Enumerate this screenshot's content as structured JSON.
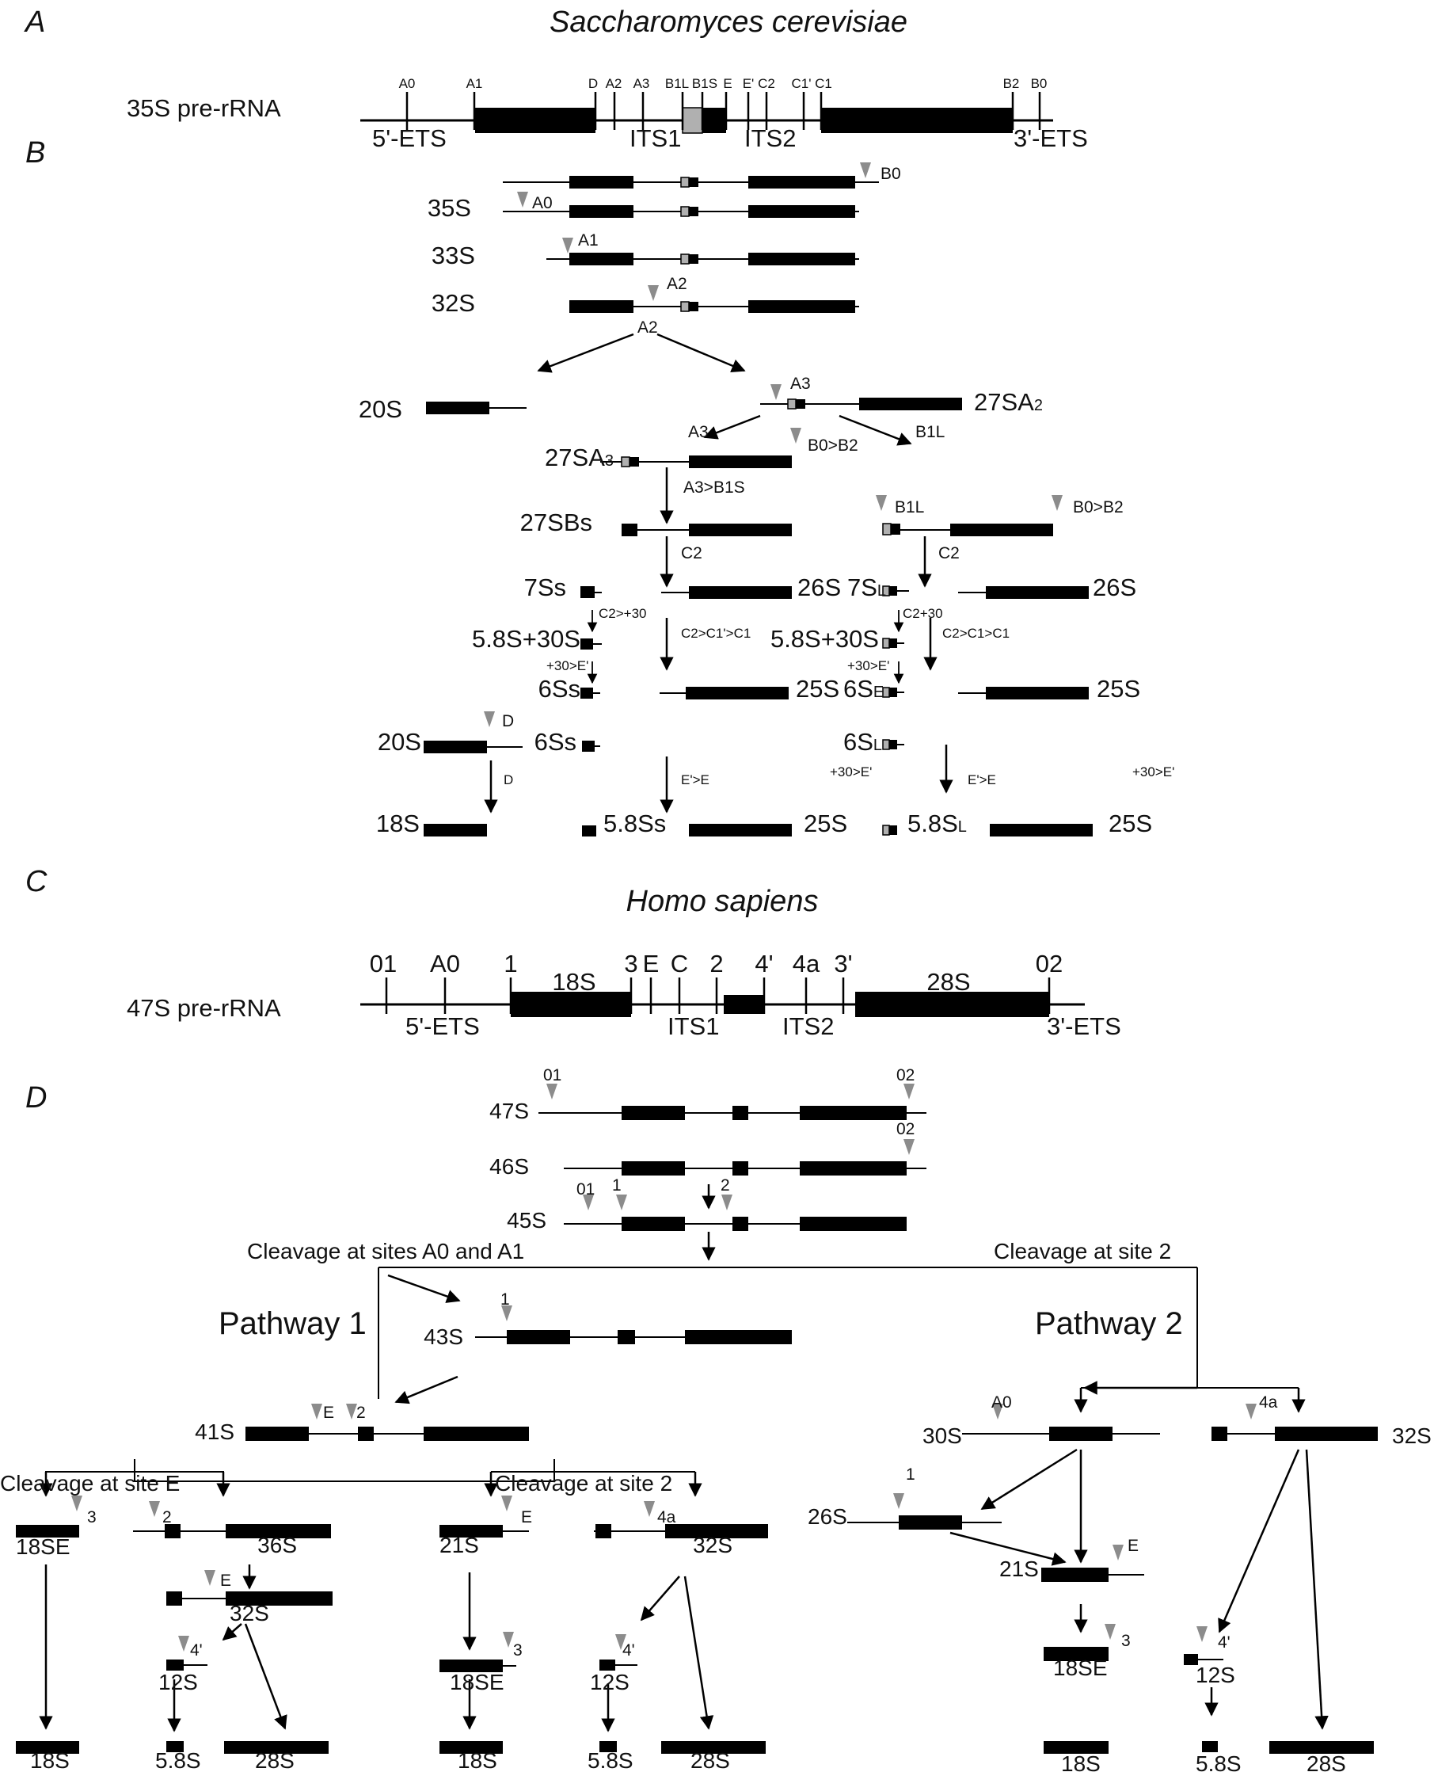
{
  "panels": {
    "a": "A",
    "b": "B",
    "c": "C",
    "d": "D"
  },
  "yeast": {
    "title": "Saccharomyces cerevisiae",
    "precursor": "35S pre-rRNA",
    "sites": [
      "A0",
      "A1",
      "D",
      "A2",
      "A3",
      "B1L",
      "B1S",
      "E",
      "E'",
      "C2",
      "C1'",
      "C1",
      "B2",
      "B0"
    ],
    "regions": [
      "5'-ETS",
      "ITS1",
      "ITS2",
      "3'-ETS"
    ]
  },
  "yeast_pathway": {
    "p35S": "35S",
    "p33S": "33S",
    "p32S": "32S",
    "p20S": "20S",
    "p27SA2_main": "27SA",
    "p27SA2_sub": "2",
    "p27SA3_main": "27SA",
    "p27SA3_sub": "3",
    "p27SBs": "27SBs",
    "p7Ss": "7Ss",
    "p26S_a": "26S",
    "p7SL_main": "7S",
    "p7SL_sub": "L",
    "p26S_b": "26S",
    "p58_30S_a": "5.8S+30S",
    "p58_30S_b": "5.8S+30S",
    "p6Ss_a": "6Ss",
    "p25S_a": "25S",
    "p6SE_main": "6S",
    "p6SE_sub": "E",
    "p25S_b": "25S",
    "p20S_b": "20S",
    "p6Ss_b": "6Ss",
    "p6SL_main": "6S",
    "p6SL_sub": "L",
    "p18S": "18S",
    "p58Ss": "5.8Ss",
    "p25S_c": "25S",
    "p58SL_main": "5.8S",
    "p58SL_sub": "L",
    "p25S_d": "25S",
    "c_B0": "B0",
    "c_A0": "A0",
    "c_A1": "A1",
    "c_A2": "A2",
    "c_A2b": "A2",
    "c_A3": "A3",
    "c_A3b": "A3",
    "c_B1L": "B1L",
    "c_B0B2": "B0>B2",
    "c_A3B1S": "A3>B1S",
    "c_B1Lb": "B1L",
    "c_B0B2b": "B0>B2",
    "c_C2a": "C2",
    "c_C2b": "C2",
    "c_C230a": "C2>+30",
    "c_C230b": "C2+30",
    "c_C2C1a": "C2>C1'>C1",
    "c_C2C1b": "C2>C1>C1",
    "c_30Ea": "+30>E'",
    "c_30Eb": "+30>E'",
    "c_D": "D",
    "c_Db": "D",
    "c_EEa": "E'>E",
    "c_30Ec": "+30>E'",
    "c_EEb": "E'>E",
    "c_30Ed": "+30>E'"
  },
  "human": {
    "title": "Homo sapiens",
    "precursor": "47S pre-rRNA",
    "sites": [
      "01",
      "A0",
      "1",
      "3",
      "E",
      "C",
      "2",
      "4'",
      "4a",
      "3'",
      "02"
    ],
    "mature": [
      "18S",
      "28S"
    ],
    "regions": [
      "5'-ETS",
      "ITS1",
      "ITS2",
      "3'-ETS"
    ]
  },
  "human_pathway": {
    "p47S": "47S",
    "p46S": "46S",
    "p45S": "45S",
    "p43S": "43S",
    "p41S": "41S",
    "cleave_A0A1": "Cleavage at sites A0 and A1",
    "cleave_2": "Cleavage at site 2",
    "pathway1": "Pathway 1",
    "pathway2": "Pathway 2",
    "cleave_E": "Cleavage at site E",
    "cleave_2b": "Cleavage at site 2",
    "c01": "01",
    "c02": "02",
    "c02b": "02",
    "c01b": "01",
    "c1": "1",
    "c2": "2",
    "c1b": "1",
    "cE41": "E",
    "c2_41": "2",
    "p18SE_a": "18SE",
    "c3_a": "3",
    "c2_36": "2",
    "p36S": "36S",
    "cE_32": "E",
    "p32S_a": "32S",
    "c4p_a": "4'",
    "p12S_a": "12S",
    "p18S_a": "18S",
    "p58S_a": "5.8S",
    "p28S_a": "28S",
    "p21S_a": "21S",
    "cE_21": "E",
    "c4a_a": "4a",
    "p32S_b": "32S",
    "p18SE_b": "18SE",
    "c3_b": "3",
    "c4p_b": "4'",
    "p12S_b": "12S",
    "p18S_b": "18S",
    "p58S_b": "5.8S",
    "p28S_b": "28S",
    "p30S": "30S",
    "cA0_30": "A0",
    "c4a_b": "4a",
    "p32S_c": "32S",
    "p26S": "26S",
    "c1_26": "1",
    "p21S_b": "21S",
    "cE_21b": "E",
    "p18SE_c": "18SE",
    "c3_c": "3",
    "c4p_c": "4'",
    "p12S_c": "12S",
    "p18S_c": "18S",
    "p58S_c": "5.8S",
    "p28S_c": "28S"
  },
  "colors": {
    "block": "#000000",
    "arrowhead": "#8c8c8c",
    "line": "#000000",
    "grey_box": "#b0b0b0"
  }
}
